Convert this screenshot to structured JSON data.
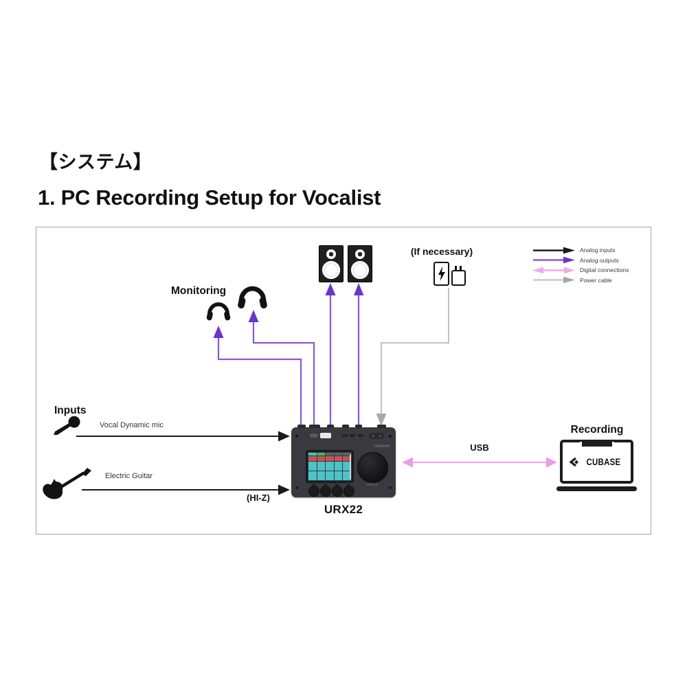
{
  "page": {
    "section_heading": "【システム】",
    "title": "1. PC Recording Setup for Vocalist"
  },
  "legend": {
    "items": [
      {
        "id": "analog-inputs",
        "label": "Analog inputs",
        "color": "#1a1a1a",
        "arrow": "right"
      },
      {
        "id": "analog-outputs",
        "label": "Analog outputs",
        "color": "#6d33cb",
        "arrow": "right"
      },
      {
        "id": "digital-connections",
        "label": "Digital connections",
        "color": "#f0a9ec",
        "arrow": "both"
      },
      {
        "id": "power-cable",
        "label": "Power cable",
        "color": "#b3b3b3",
        "arrow": "right"
      }
    ]
  },
  "diagram": {
    "monitoring_label": "Monitoring",
    "if_necessary_label": "(If necessary)",
    "inputs_label": "Inputs",
    "input_mic_label": "Vocal Dynamic mic",
    "input_guitar_label": "Electric Guitar",
    "hi_z_label": "(HI-Z)",
    "usb_label": "USB",
    "recording_label": "Recording",
    "daw_name": "CUBASE",
    "device": {
      "brand": "YAMAHA",
      "model": "URX22",
      "caption": "URX22"
    }
  },
  "colors": {
    "analog_input": "#1a1a1a",
    "analog_output_line": "#8a56d6",
    "analog_output_head": "#6d33cb",
    "digital_line": "#f0a9ec",
    "digital_head": "#ec9ce7",
    "power_line": "#c2c2c2",
    "power_head": "#a8a8a8",
    "frame_border": "#a3a3a3"
  }
}
